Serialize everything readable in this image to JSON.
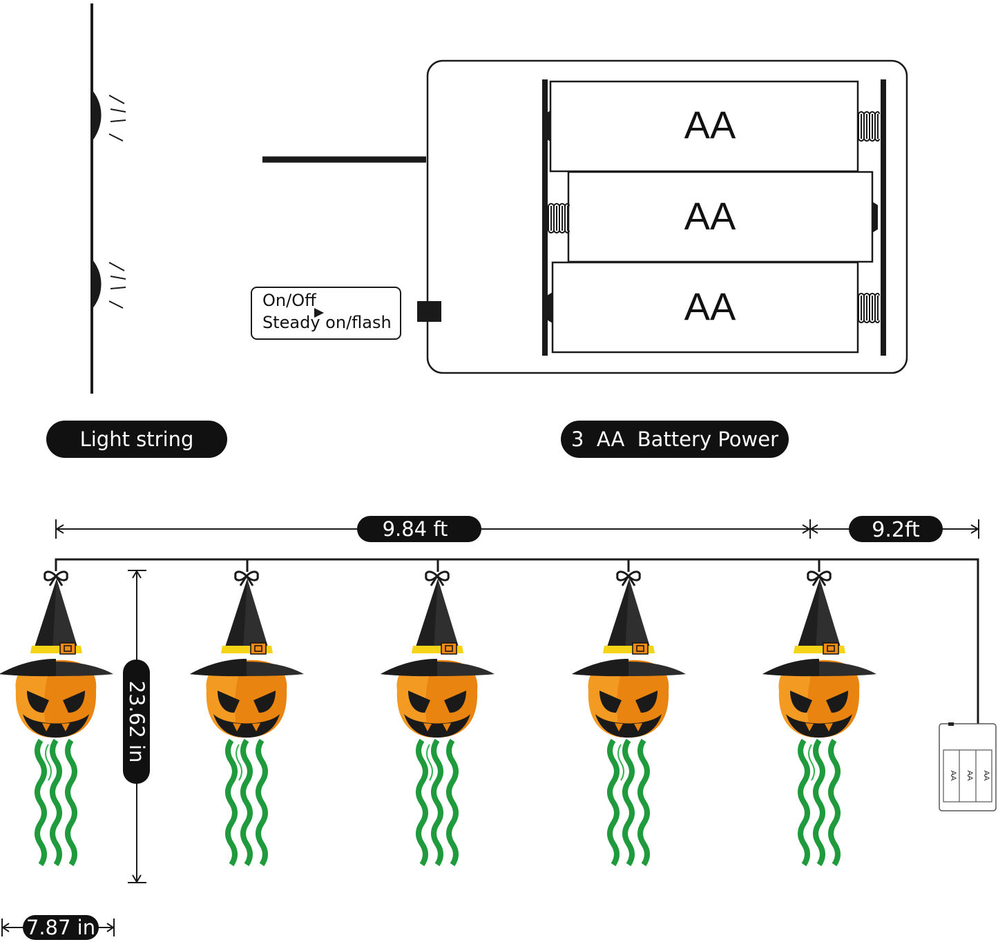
{
  "labels": {
    "light_string": "Light string",
    "battery_power": "3  AA  Battery Power"
  },
  "switch": {
    "line1": "On/Off",
    "line2": "Steady on/flash"
  },
  "battery_box": {
    "cells": [
      "AA",
      "AA",
      "AA"
    ]
  },
  "dimensions": {
    "string_length": "9.84 ft",
    "lead_length": "9.2ft",
    "height": "23.62 in",
    "width": "7.87 in"
  },
  "pendant_count": 5,
  "colors": {
    "ink": "#1a1a1a",
    "pumpkin": "#e8840f",
    "hat": "#2d2d2d",
    "band": "#f5d316",
    "buckle": "#f08a18",
    "streamer": "#1f9a3c",
    "pill": "#111111"
  }
}
